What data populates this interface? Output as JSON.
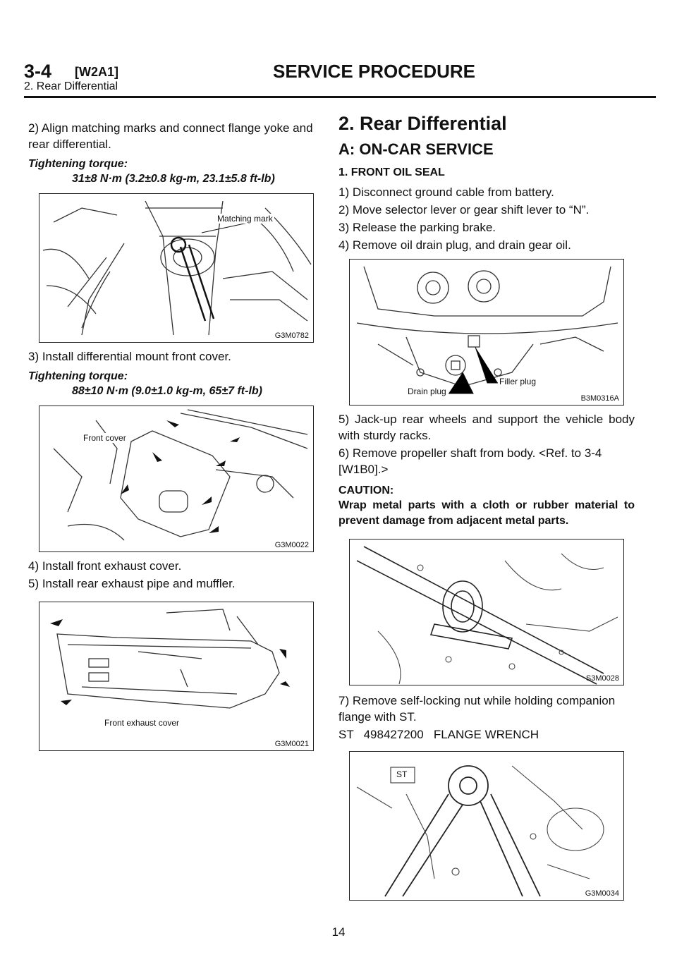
{
  "header": {
    "section_number": "3-4",
    "section_code": "[W2A1]",
    "title": "SERVICE PROCEDURE",
    "subtitle": "2. Rear Differential"
  },
  "left": {
    "step2": "2) Align matching marks and connect flange yoke and rear differential.",
    "torque1_heading": "Tightening torque:",
    "torque1_value": "31±8 N·m (3.2±0.8 kg-m, 23.1±5.8 ft-lb)",
    "fig1": {
      "code": "G3M0782",
      "label": "Matching mark"
    },
    "step3": "3) Install differential mount front cover.",
    "torque2_heading": "Tightening torque:",
    "torque2_value": "88±10 N·m (9.0±1.0 kg-m, 65±7 ft-lb)",
    "fig2": {
      "code": "G3M0022",
      "label": "Front cover"
    },
    "step4": "4) Install front exhaust cover.",
    "step5": "5) Install rear exhaust pipe and muffler.",
    "fig3": {
      "code": "G3M0021",
      "label": "Front exhaust cover"
    }
  },
  "right": {
    "heading": "2. Rear Differential",
    "subheading": "A: ON-CAR SERVICE",
    "section": "1. FRONT OIL SEAL",
    "steps_a": [
      "1) Disconnect ground cable from battery.",
      "2) Move selector lever or gear shift lever to “N”.",
      "3) Release the parking brake.",
      "4) Remove oil drain plug, and drain gear oil."
    ],
    "fig4": {
      "code": "B3M0316A",
      "label_drain": "Drain plug",
      "label_filler": "Filler plug"
    },
    "step5": "5) Jack-up rear wheels and support the vehicle body with sturdy racks.",
    "step6": "6) Remove propeller shaft from body. <Ref. to 3-4 [W1B0].>",
    "caution_heading": "CAUTION:",
    "caution_text": "Wrap metal parts with a cloth or rubber material to prevent damage from adjacent metal parts.",
    "fig5": {
      "code": "S3M0028"
    },
    "step7": "7) Remove self-locking nut while holding companion flange with ST.",
    "st_line": "ST   498427200   FLANGE WRENCH",
    "fig6": {
      "code": "G3M0034",
      "label": "ST"
    }
  },
  "page_number": "14"
}
